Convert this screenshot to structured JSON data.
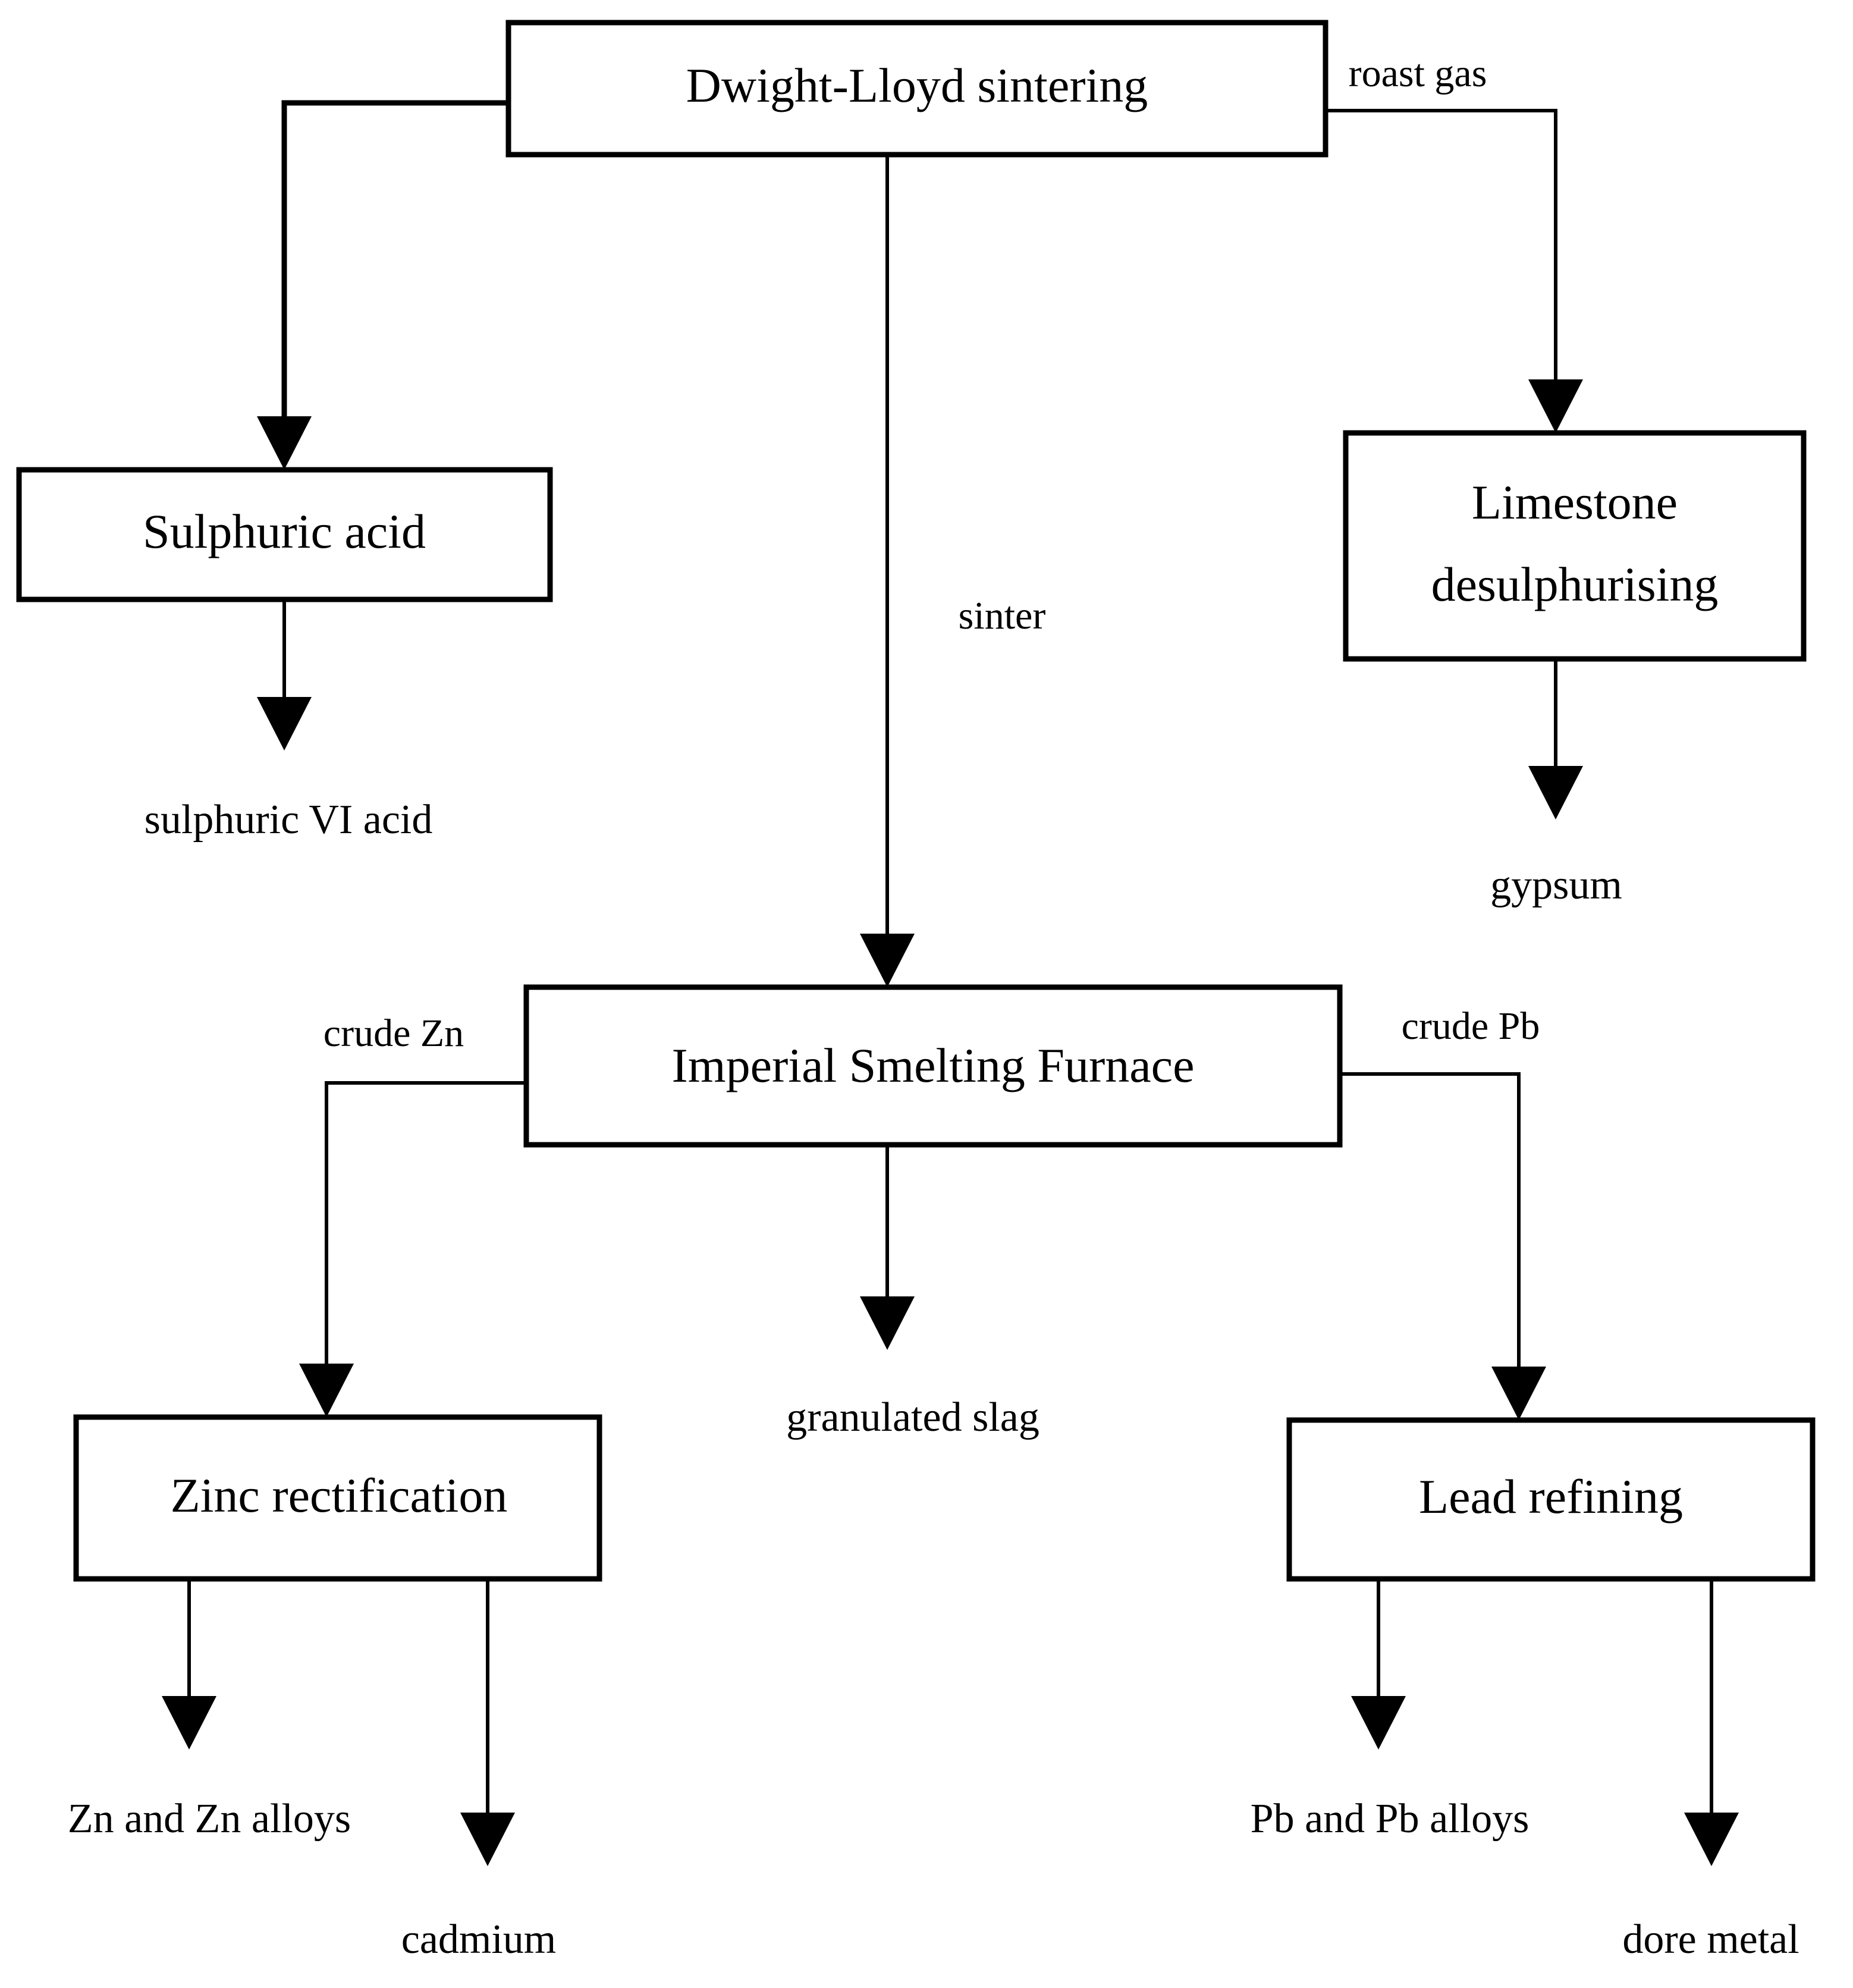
{
  "diagram": {
    "type": "process-flowchart",
    "title": "Imperial Smelting Process flow diagram",
    "background_color": "#ffffff",
    "line_color": "#000000",
    "text_color": "#000000"
  },
  "nodes": {
    "dwight_lloyd": {
      "label": "Dwight-Lloyd sintering",
      "shape": "rectangle"
    },
    "sulphuric_acid": {
      "label": "Sulphuric acid",
      "shape": "rectangle"
    },
    "limestone_desulphurising": {
      "label": "Limestone desulphurising",
      "label_line1": "Limestone",
      "label_line2": "desulphurising",
      "shape": "rectangle"
    },
    "imperial_smelting_furnace": {
      "label": "Imperial Smelting Furnace",
      "shape": "rectangle"
    },
    "zinc_rectification": {
      "label": "Zinc rectification",
      "shape": "rectangle"
    },
    "lead_refining": {
      "label": "Lead refining",
      "shape": "rectangle"
    }
  },
  "outputs": {
    "sulphuric_vi_acid": {
      "label": "sulphuric VI acid"
    },
    "gypsum": {
      "label": "gypsum"
    },
    "granulated_slag": {
      "label": "granulated slag"
    },
    "zn_and_zn_alloys": {
      "label": "Zn and Zn alloys"
    },
    "cadmium": {
      "label": "cadmium"
    },
    "pb_and_pb_alloys": {
      "label": "Pb and Pb alloys"
    },
    "dore_metal": {
      "label": "dore metal"
    }
  },
  "edge_labels": {
    "roast_gas": {
      "label": "roast gas"
    },
    "sinter": {
      "label": "sinter"
    },
    "crude_zn": {
      "label": "crude Zn"
    },
    "crude_pb": {
      "label": "crude Pb"
    }
  }
}
